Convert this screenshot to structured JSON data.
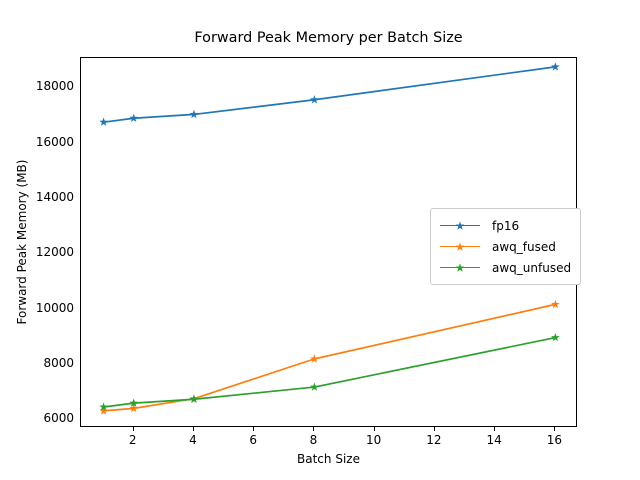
{
  "chart_data": {
    "type": "line",
    "title": "Forward Peak Memory per Batch Size",
    "xlabel": "Batch Size",
    "ylabel": "Forward Peak Memory (MB)",
    "x": [
      1,
      2,
      4,
      8,
      16
    ],
    "xlim": [
      0.25,
      16.75
    ],
    "ylim": [
      5680,
      19060
    ],
    "xticks": [
      2,
      4,
      6,
      8,
      10,
      12,
      14,
      16
    ],
    "xticklabels": [
      "2",
      "4",
      "6",
      "8",
      "10",
      "12",
      "14",
      "16"
    ],
    "yticks": [
      6000,
      8000,
      10000,
      12000,
      14000,
      16000,
      18000
    ],
    "yticklabels": [
      "6000",
      "8000",
      "10000",
      "12000",
      "14000",
      "16000",
      "18000"
    ],
    "grid": false,
    "legend_position": "center right",
    "marker": "star",
    "series": [
      {
        "name": "fp16",
        "color": "#1f77b4",
        "values": [
          16740,
          16880,
          17020,
          17550,
          18740
        ]
      },
      {
        "name": "awq_fused",
        "color": "#ff7f0e",
        "values": [
          6300,
          6390,
          6740,
          8180,
          10150
        ]
      },
      {
        "name": "awq_unfused",
        "color": "#2ca02c",
        "values": [
          6440,
          6580,
          6720,
          7160,
          8950
        ]
      }
    ]
  },
  "legend": {
    "entries": [
      {
        "label": "fp16"
      },
      {
        "label": "awq_fused"
      },
      {
        "label": "awq_unfused"
      }
    ]
  }
}
